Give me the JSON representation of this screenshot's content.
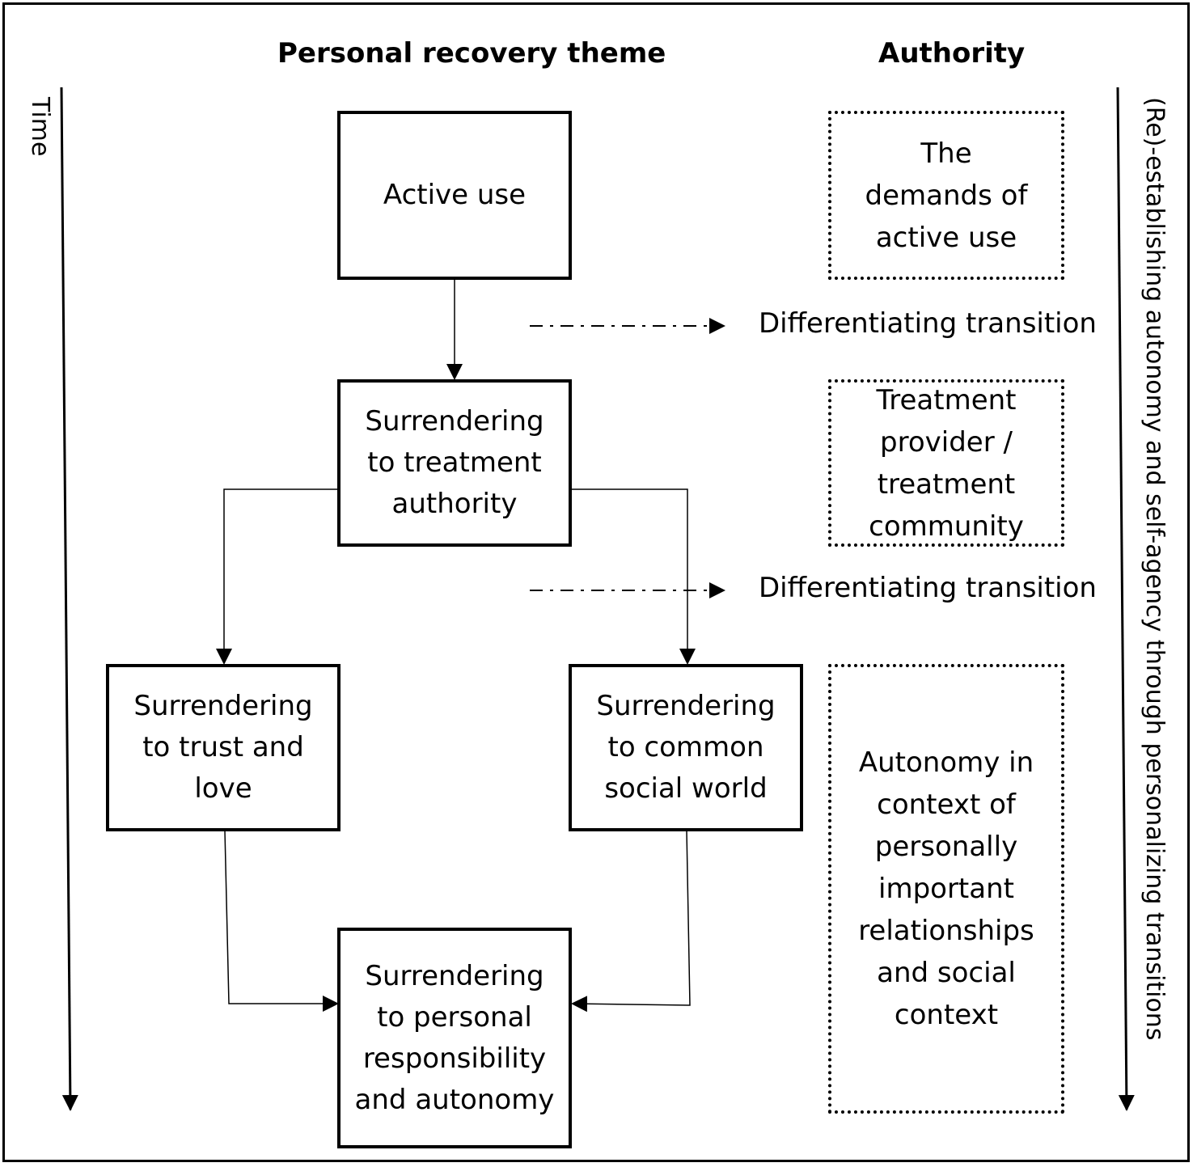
{
  "headings": {
    "left": "Personal recovery theme",
    "right": "Authority"
  },
  "axes": {
    "time": "Time",
    "right_arrow": "(Re)-establishing autonomy and self-agency through personalizing transitions"
  },
  "themes": {
    "active_use": "Active use",
    "treatment": "Surrendering to treatment authority",
    "trust_love": "Surrendering to trust and love",
    "common_social": "Surrendering to common social world",
    "personal_resp": "Surrendering to personal responsibility and autonomy"
  },
  "authorities": {
    "demands": "The demands of active use",
    "provider": "Treatment provider / treatment community",
    "autonomy": "Autonomy in context of personally important relationships and social context"
  },
  "transitions": {
    "first": "Differentiating transition",
    "second": "Differentiating transition"
  }
}
